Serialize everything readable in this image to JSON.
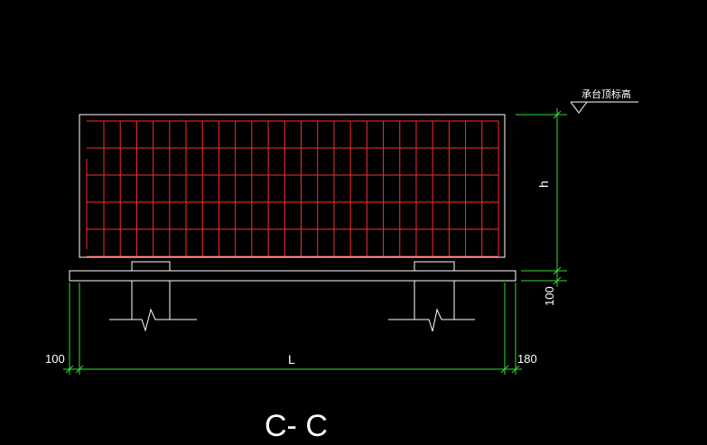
{
  "drawing": {
    "section_label": "C- C",
    "elevation_label": "承台顶标高",
    "dim_height": "h",
    "dim_length": "L",
    "dim_left_offset": "100",
    "dim_right_offset": "180",
    "dim_cushion": "100"
  },
  "colors": {
    "background": "#000000",
    "outline": "#ffffff",
    "rebar": "#ff2a2a",
    "dimension": "#33dd33"
  },
  "rebar": {
    "vertical_bar_count": 25,
    "horizontal_bar_count": 6
  }
}
